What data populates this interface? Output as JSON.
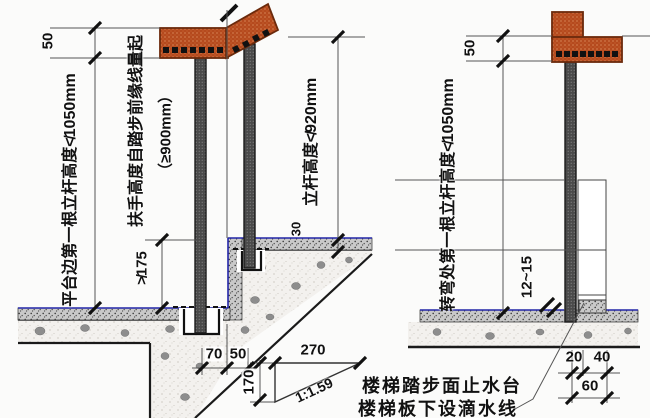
{
  "drawing_type": "stair-handrail-post-installation-detail",
  "left": {
    "rail_thickness": "50",
    "platform_post_height": "平台边第一根立杆高度≮1050mm",
    "handrail_height_1": "扶手高度自踏步前缘线量起",
    "handrail_height_2": "（≥900mm）",
    "riser_max": "≯175",
    "post_height": "立杆高度≮920mm",
    "finish_thickness": "30",
    "anchor_width": "70",
    "anchor_offset": "50",
    "riser": "170",
    "tread": "270",
    "slope": "1:1.59"
  },
  "right": {
    "rail_thickness": "50",
    "turn_post_height": "转弯处第一根立杆高度≮1050mm",
    "joint_gap": "12~15",
    "curb_a": "20",
    "curb_b": "40",
    "curb_total": "60"
  },
  "notes": {
    "line1": "楼梯踏步面止水台",
    "line2": "楼梯板下设滴水线"
  },
  "colors": {
    "handrail": "#b54a1e",
    "post": "#4a4a4a",
    "finish_line_blue": "#2326a8",
    "topping_gray": "#c9c9c9",
    "concrete_bg": "#f3f1ee",
    "dimension": "#111111"
  }
}
